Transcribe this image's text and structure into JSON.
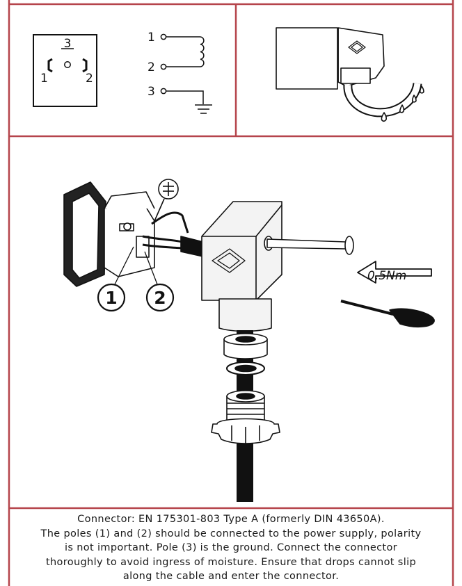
{
  "pinout": {
    "top_label": "3",
    "left_label": "1",
    "right_label": "2"
  },
  "schematic": {
    "pin1": "1",
    "pin2": "2",
    "pin3": "3"
  },
  "assembly": {
    "callout1": "1",
    "callout2": "2",
    "torque": "0.5Nm",
    "colors": {
      "frame": "#b5444b",
      "line": "#111111",
      "body": "#efefef"
    }
  },
  "caption": {
    "lines": [
      "Connector: EN 175301-803 Type A (formerly DIN 43650A).",
      "The poles (1) and (2) should be connected to the power supply, polarity",
      "is not important. Pole (3) is the ground. Connect the connector",
      "thoroughly to avoid ingress of moisture. Ensure that drops cannot slip",
      "along the cable and enter the connector."
    ]
  }
}
